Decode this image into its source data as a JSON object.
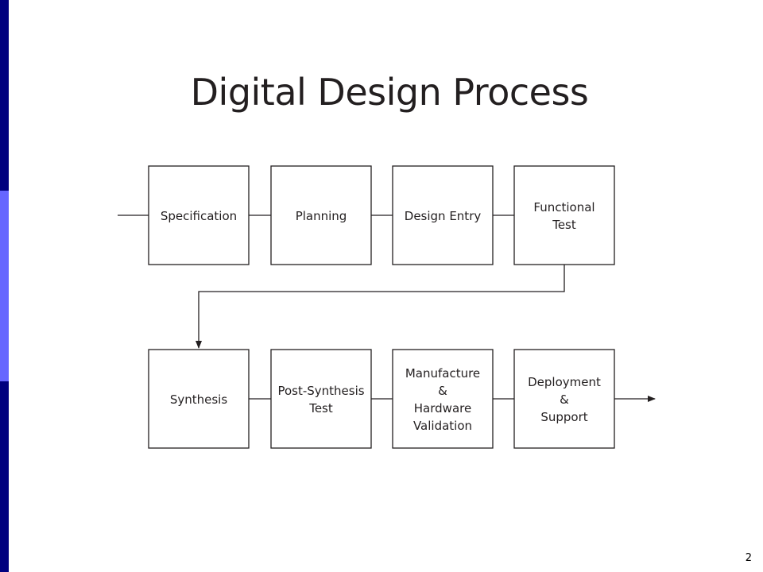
{
  "slide": {
    "title": "Digital Design Process",
    "page_number": "2"
  },
  "colors": {
    "bar_dark": "#00007f",
    "bar_light": "#6666ff",
    "box_stroke": "#231f20",
    "text": "#231f20"
  },
  "diagram": {
    "row1": [
      {
        "lines": [
          "Specification"
        ]
      },
      {
        "lines": [
          "Planning"
        ]
      },
      {
        "lines": [
          "Design Entry"
        ]
      },
      {
        "lines": [
          "Functional",
          "Test"
        ]
      }
    ],
    "row2": [
      {
        "lines": [
          "Synthesis"
        ]
      },
      {
        "lines": [
          "Post-Synthesis",
          "Test"
        ]
      },
      {
        "lines": [
          "Manufacture",
          "&",
          "Hardware",
          "Validation"
        ]
      },
      {
        "lines": [
          "Deployment",
          "&",
          "Support"
        ]
      }
    ]
  }
}
